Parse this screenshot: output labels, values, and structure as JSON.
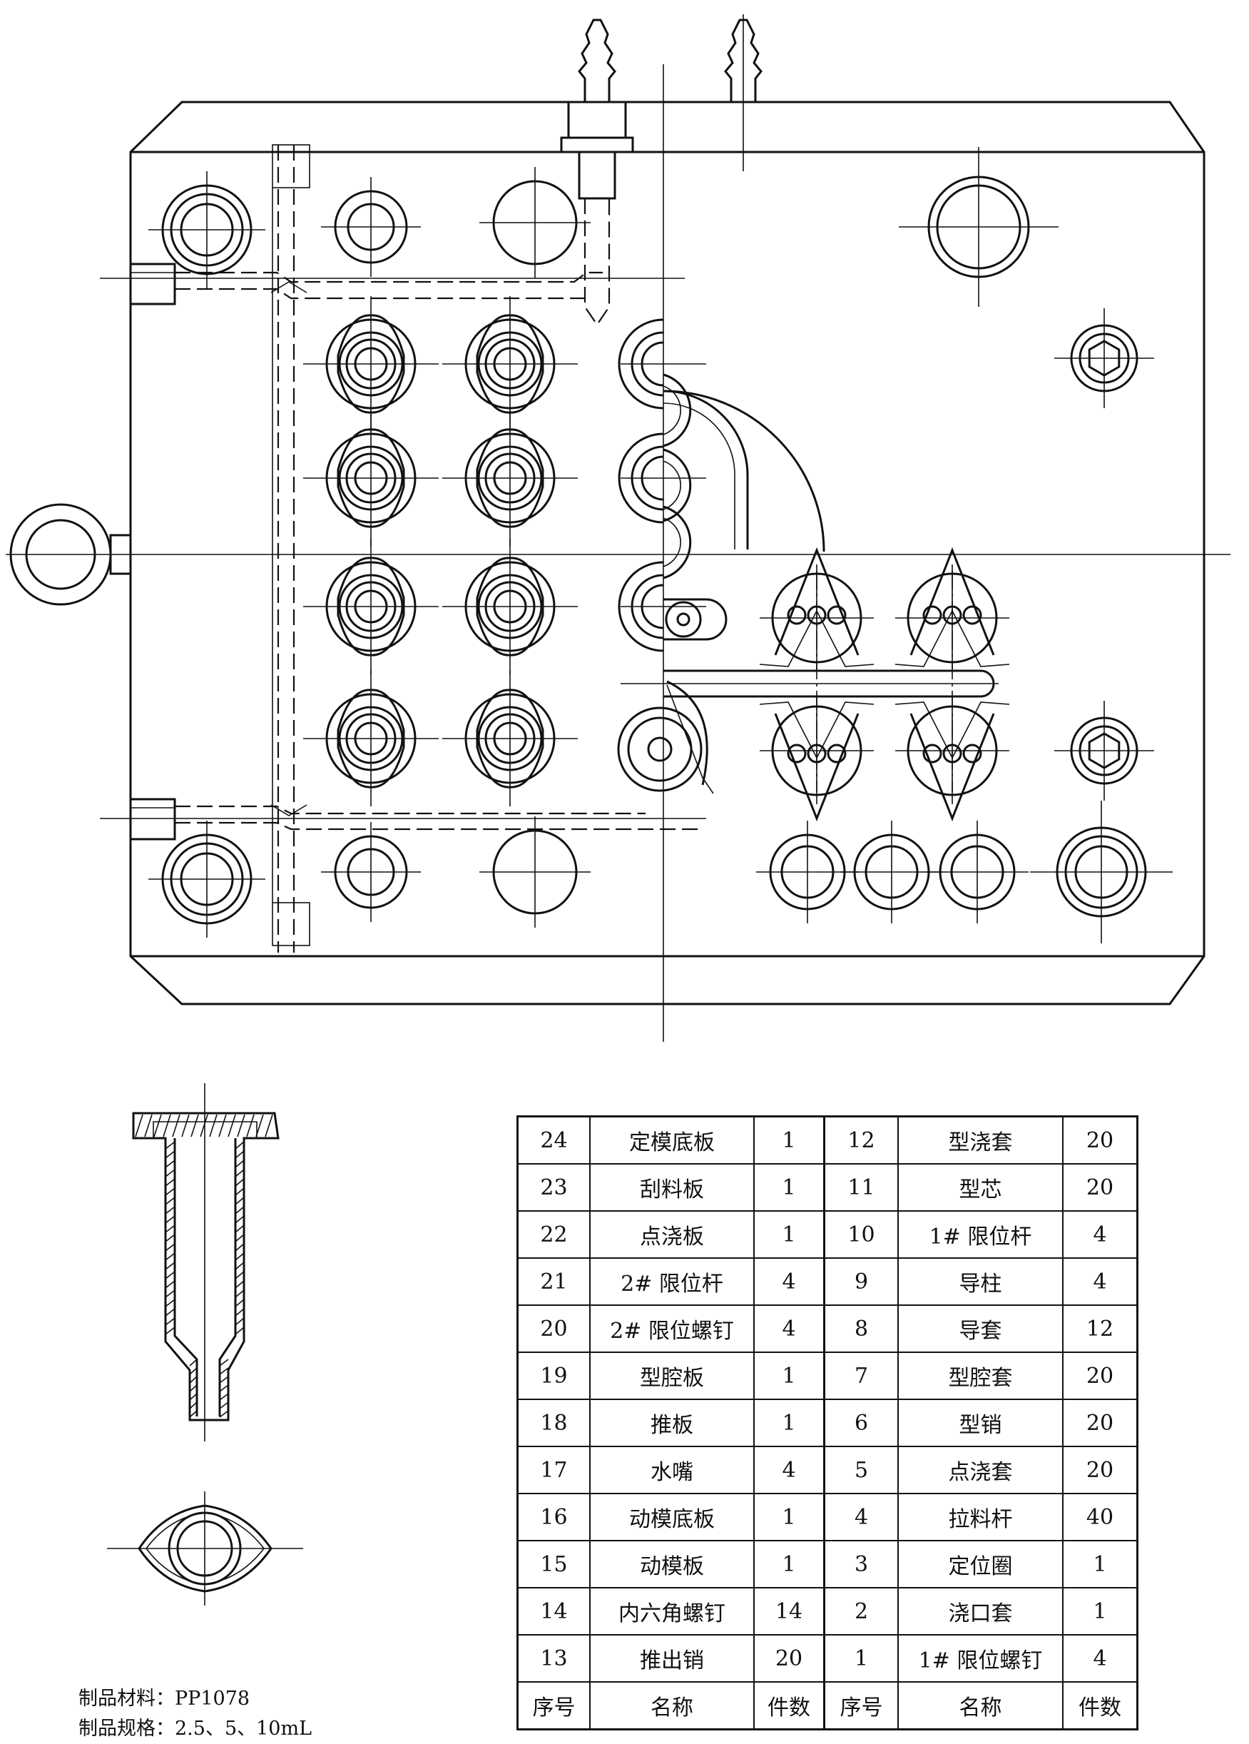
{
  "bom_table": {
    "header": {
      "no": "序号",
      "name": "名称",
      "qty": "件数"
    },
    "rows": [
      {
        "left": {
          "no": "24",
          "name": "定模底板",
          "qty": "1"
        },
        "right": {
          "no": "12",
          "name": "型浇套",
          "qty": "20"
        }
      },
      {
        "left": {
          "no": "23",
          "name": "刮料板",
          "qty": "1"
        },
        "right": {
          "no": "11",
          "name": "型芯",
          "qty": "20"
        }
      },
      {
        "left": {
          "no": "22",
          "name": "点浇板",
          "qty": "1"
        },
        "right": {
          "no": "10",
          "name": "1# 限位杆",
          "qty": "4"
        }
      },
      {
        "left": {
          "no": "21",
          "name": "2# 限位杆",
          "qty": "4"
        },
        "right": {
          "no": "9",
          "name": "导柱",
          "qty": "4"
        }
      },
      {
        "left": {
          "no": "20",
          "name": "2# 限位螺钉",
          "qty": "4"
        },
        "right": {
          "no": "8",
          "name": "导套",
          "qty": "12"
        }
      },
      {
        "left": {
          "no": "19",
          "name": "型腔板",
          "qty": "1"
        },
        "right": {
          "no": "7",
          "name": "型腔套",
          "qty": "20"
        }
      },
      {
        "left": {
          "no": "18",
          "name": "推板",
          "qty": "1"
        },
        "right": {
          "no": "6",
          "name": "型销",
          "qty": "20"
        }
      },
      {
        "left": {
          "no": "17",
          "name": "水嘴",
          "qty": "4"
        },
        "right": {
          "no": "5",
          "name": "点浇套",
          "qty": "20"
        }
      },
      {
        "left": {
          "no": "16",
          "name": "动模底板",
          "qty": "1"
        },
        "right": {
          "no": "4",
          "name": "拉料杆",
          "qty": "40"
        }
      },
      {
        "left": {
          "no": "15",
          "name": "动模板",
          "qty": "1"
        },
        "right": {
          "no": "3",
          "name": "定位圈",
          "qty": "1"
        }
      },
      {
        "left": {
          "no": "14",
          "name": "内六角螺钉",
          "qty": "14"
        },
        "right": {
          "no": "2",
          "name": "浇口套",
          "qty": "1"
        }
      },
      {
        "left": {
          "no": "13",
          "name": "推出销",
          "qty": "20"
        },
        "right": {
          "no": "1",
          "name": "1# 限位螺钉",
          "qty": "4"
        }
      }
    ]
  },
  "notes": {
    "material": "制品材料：PP1078",
    "spec": "制品规格：2.5、5、10mL"
  }
}
